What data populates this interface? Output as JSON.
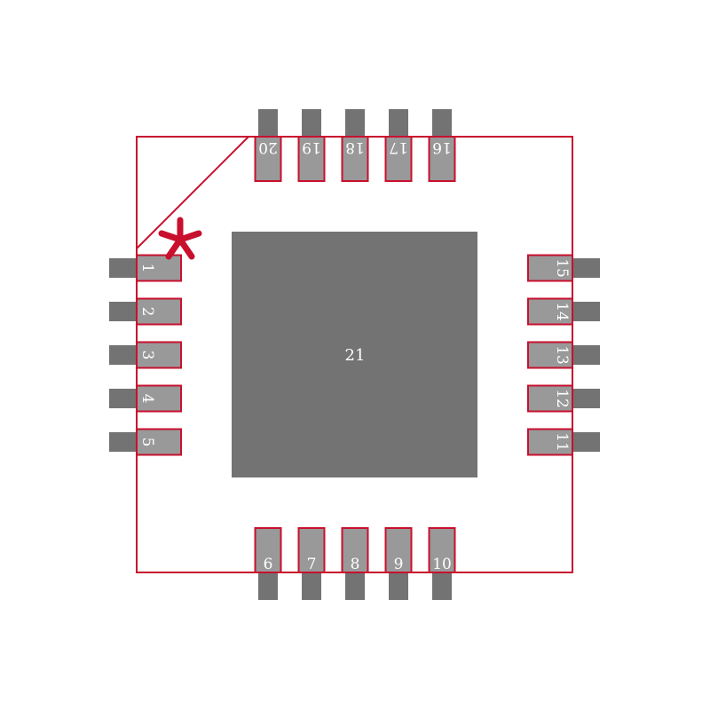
{
  "colors": {
    "outline": "#c8102e",
    "pad_dark": "#737373",
    "pad_light": "#999999",
    "pad_text": "#ffffff"
  },
  "pin1_marker": "*",
  "pins": {
    "left": [
      "1",
      "2",
      "3",
      "4",
      "5"
    ],
    "bottom": [
      "6",
      "7",
      "8",
      "9",
      "10"
    ],
    "right": [
      "11",
      "12",
      "13",
      "14",
      "15"
    ],
    "top": [
      "16",
      "17",
      "18",
      "19",
      "20"
    ]
  },
  "center_pad": "21"
}
